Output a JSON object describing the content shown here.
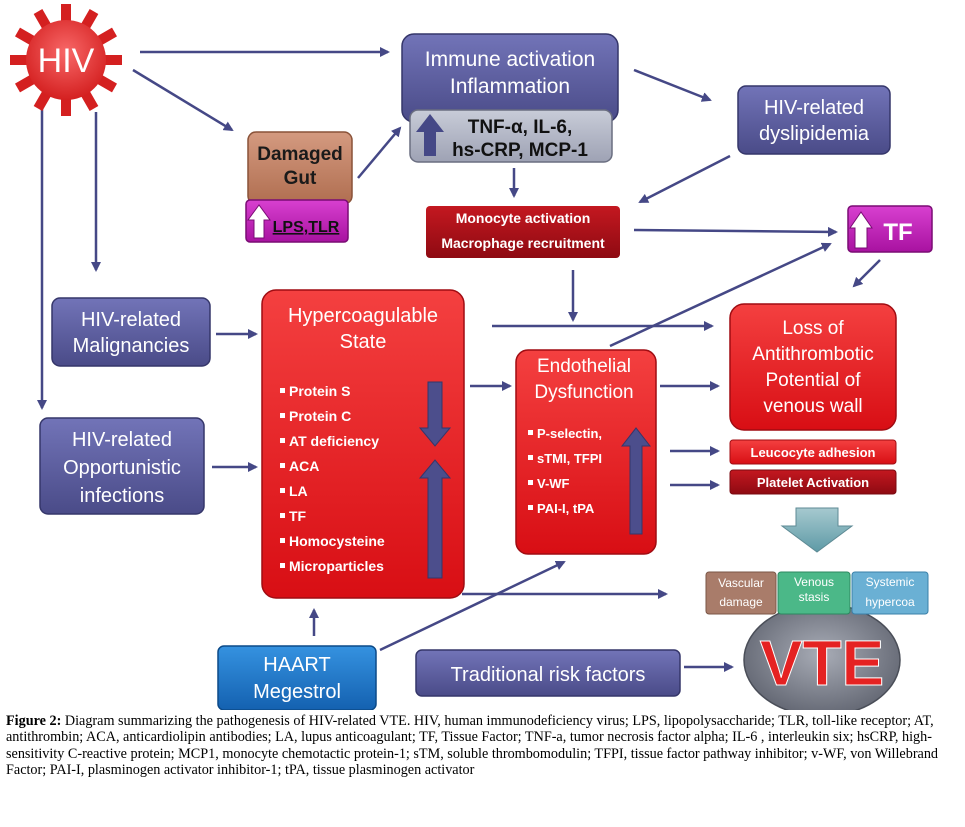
{
  "nodes": {
    "hiv": "HIV",
    "immune": [
      "Immune activation",
      "Inflammation"
    ],
    "cytokines": [
      "TNF-α, IL-6,",
      "hs-CRP, MCP-1"
    ],
    "dyslipidemia": [
      "HIV-related",
      "dyslipidemia"
    ],
    "gut": [
      "Damaged",
      "Gut"
    ],
    "gut_markers": "LPS,TLR",
    "monocyte": [
      "Monocyte activation",
      "Macrophage recruitment"
    ],
    "tf": "TF",
    "malignancies": [
      "HIV-related",
      "Malignancies"
    ],
    "infections": [
      "HIV-related",
      "Opportunistic",
      "infections"
    ],
    "hypercoag_title": [
      "Hypercoagulable",
      "State"
    ],
    "hypercoag_items": [
      "Protein S",
      "Protein C",
      "AT deficiency",
      "ACA",
      "LA",
      "TF",
      "Homocysteine",
      "Microparticles"
    ],
    "endothelial_title": [
      "Endothelial",
      "Dysfunction"
    ],
    "endothelial_items": [
      "P-selectin,",
      "sTMI, TFPI",
      "V-WF",
      "PAI-I, tPA"
    ],
    "loss": [
      "Loss of",
      "Antithrombotic",
      "Potential of",
      "venous wall"
    ],
    "leucocyte": "Leucocyte adhesion",
    "platelet": "Platelet Activation",
    "triad": [
      [
        "Vascular",
        "damage"
      ],
      [
        "Venous",
        "stasis"
      ],
      [
        "Systemic",
        "hypercoa"
      ]
    ],
    "vte": "VTE",
    "haart": [
      "HAART",
      "Megestrol"
    ],
    "traditional": "Traditional risk factors"
  },
  "colors": {
    "purple_box": "#5b5c9c",
    "red_box": "#e8181e",
    "dark_red": "#aa1018",
    "magenta": "#c020b8",
    "blue_box": "#1d78c8",
    "arrow": "#454886",
    "grey_circle": "#8a8e98"
  },
  "caption": {
    "label": "Figure 2:",
    "text": "Diagram summarizing the pathogenesis of HIV-related VTE. HIV, human immunodeficiency virus; LPS, lipopolysaccharide; TLR, toll-like receptor; AT, antithrombin; ACA, anticardiolipin antibodies; LA, lupus anticoagulant; TF, Tissue Factor; TNF-a, tumor necrosis factor alpha; IL-6 , interleukin six; hsCRP, high-sensitivity C-reactive protein; MCP1, monocyte chemotactic protein-1;  sTM, soluble thrombomodulin; TFPI, tissue factor pathway inhibitor; v-WF, von Willebrand Factor; PAI-I, plasminogen activator inhibitor-1; tPA, tissue plasminogen activator"
  }
}
